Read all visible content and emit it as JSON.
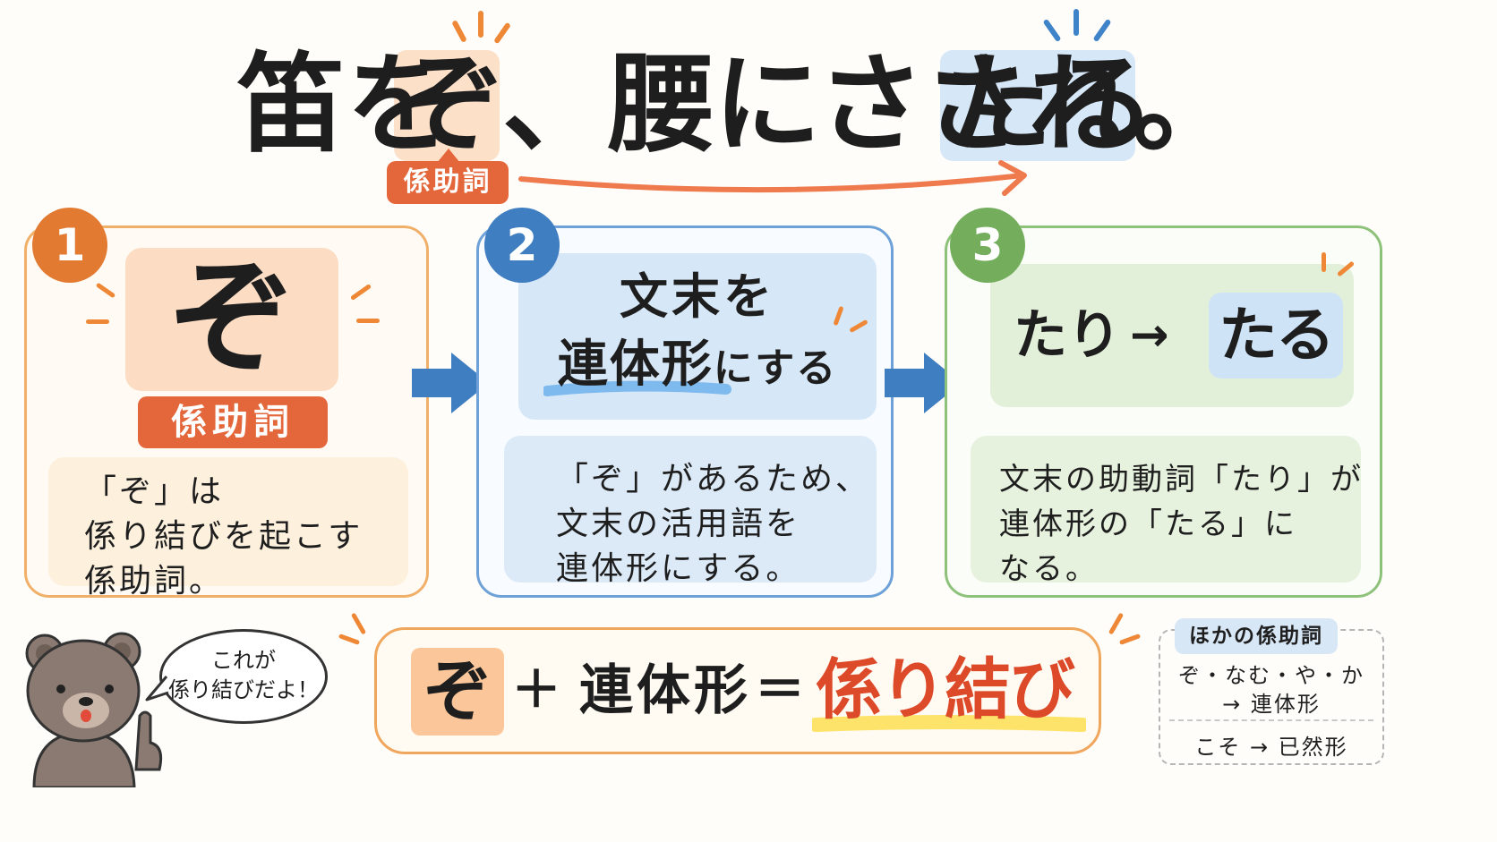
{
  "title": {
    "part1": "笛を",
    "part2": "ぞ",
    "part3": "、腰にさされ",
    "part4": "たる",
    "part5": "。",
    "tag": "係助詞"
  },
  "steps": [
    {
      "number": "1",
      "highlight": "ぞ",
      "tag": "係助詞",
      "note": [
        "「ぞ」は",
        "係り結びを起こす",
        "係助詞。"
      ]
    },
    {
      "number": "2",
      "heading_line1": "文末を",
      "heading_line2_em": "連体形",
      "heading_line2_rest": "にする",
      "note": [
        "「ぞ」があるため、",
        "文末の活用語を",
        "連体形にする。"
      ]
    },
    {
      "number": "3",
      "from": "たり",
      "arrow": "→",
      "to": "たる",
      "note": [
        "文末の助動詞「たり」が",
        "連体形の「たる」に",
        "なる。"
      ]
    }
  ],
  "formula": {
    "term1": "ぞ",
    "plus": "＋",
    "term2": "連体形",
    "equals": "＝",
    "result": "係り結び"
  },
  "bubble": [
    "これが",
    "係り結びだよ！"
  ],
  "side": {
    "title": "ほかの係助詞",
    "line1": "ぞ・なむ・や・か",
    "line2": "→ 連体形",
    "line3": "こそ → 已然形"
  },
  "colors": {
    "orange": "#e3673a",
    "blue": "#3f7ec1",
    "green": "#74ae5d",
    "result_red": "#dd4a2a"
  }
}
